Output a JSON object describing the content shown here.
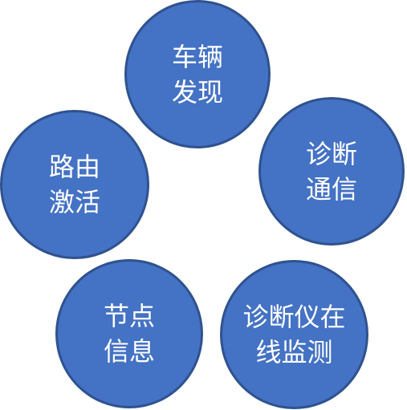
{
  "diagram": {
    "nodes": [
      {
        "label": "车辆\n发现"
      },
      {
        "label": "诊断\n通信"
      },
      {
        "label": "路由\n激活"
      },
      {
        "label": "节点\n信息"
      },
      {
        "label": "诊断仪在\n线监测"
      }
    ]
  },
  "colors": {
    "node_fill": "#4472C4",
    "node_border": "#2F528F",
    "label_text": "#FFFFFF"
  }
}
